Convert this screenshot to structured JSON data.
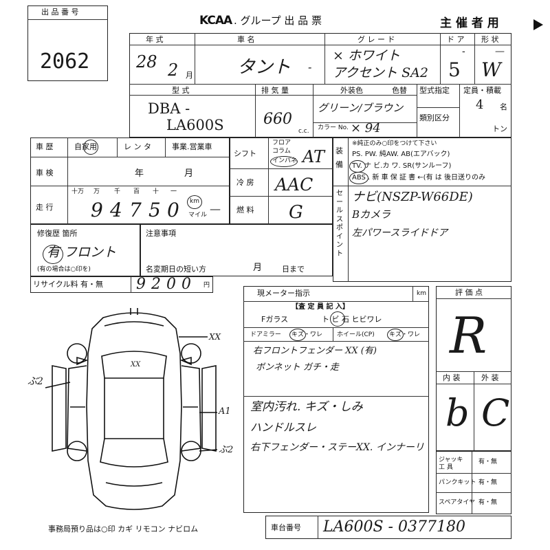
{
  "lot": {
    "label": "出 品 番 号",
    "number": "2062"
  },
  "header": {
    "brand": "KCAA",
    "title": ". グループ 出 品 票",
    "organizer": "主 催 者 用"
  },
  "row1": {
    "year_label": "年 式",
    "car_label": "車 名",
    "grade_label": "グ レ ー ド",
    "door_label": "ド ア",
    "shape_label": "形 状",
    "year_value": "28",
    "year_month": "2",
    "month_suffix": "月",
    "car_value": "タント",
    "car_dash": "-",
    "grade_line1": "× ホワイト",
    "grade_line2": "アクセント SA2",
    "door_value": "5",
    "door_dash": "-",
    "shape_value": "W",
    "shape_dash": "—"
  },
  "row2": {
    "model_label": "型 式",
    "displacement_label": "排 気 量",
    "exterior_label": "外装色",
    "color_no_label": "色替",
    "model_line1": "DBA -",
    "model_line2": "LA600S",
    "displacement_value": "660",
    "cc": "c.c.",
    "exterior_value": "グリーン/ブラウン",
    "color_code_label": "カラー No.",
    "color_code_value": "× 94",
    "model_spec_label": "型式指定",
    "category_label": "類別区分",
    "capacity_label": "定員・積載",
    "capacity_value": "4",
    "capacity_unit": "名",
    "ton_unit": "トン"
  },
  "left_block": {
    "history_label": "車 歴",
    "history_opts": "自家用",
    "rental": "レ ン タ",
    "business": "事業.営業車",
    "inspection_label": "車 検",
    "year_unit": "年",
    "month_unit": "月",
    "mileage_label": "走 行",
    "mileage_units": [
      "十万",
      "万",
      "千",
      "百",
      "十",
      "一"
    ],
    "mileage_digits": [
      "9",
      "4",
      "7",
      "5",
      "0"
    ],
    "km_label": "km",
    "mile_label": "マイル",
    "mile_value": "—"
  },
  "mid_block": {
    "shift_label": "シフト",
    "floor": "フロア",
    "column": "コラム",
    "inpane": "インパネ",
    "shift_value": "AT",
    "ac_label": "冷 房",
    "ac_value": "AAC",
    "fuel_label": "燃 料",
    "fuel_value": "G"
  },
  "equipment": {
    "label": "装 備",
    "note": "※純正のみ○印をつけて下さい",
    "line1": "PS. PW. 純AW. AB(エアバック)",
    "line2": "TV. ナ ビ.カ ワ. SR(サンルーフ)",
    "line3": "ABS . 新 車 保 証 書 ←(有 は 後日送りのみ",
    "sales_point_label": "セールスポイント",
    "point1": "ナビ(NSZP-W66DE)",
    "point2": "Bカメラ",
    "point3": "左パワースライドドア"
  },
  "repair": {
    "label": "修復歴 箇所",
    "value": "有 フロント",
    "note": "(有の場合は○印を)"
  },
  "notes": {
    "label": "注意事項",
    "deadline": "名変期日の短い方",
    "month": "月",
    "day": "日まで"
  },
  "recycle": {
    "label": "リサイクル料 有・無",
    "value": "9200",
    "unit": "円"
  },
  "meter": {
    "label": "現メーター指示",
    "km": "km",
    "inspector_label": "【査 定 員 記 入】",
    "glass_label": "Fガラス",
    "glass_opts": "ト ビ 石  ヒビワレ",
    "mirror_label": "ドアミラー",
    "mirror_opts": "キズ・ワレ",
    "wheel_label": "ホイール(CP)",
    "wheel_opts": "キズ・ワレ",
    "remark1": "右フロントフェンダー XX (有)",
    "remark2": "ボンネット ガチ・走",
    "remark3": "室内汚れ. キズ・しみ",
    "remark4": "ハンドルスレ",
    "remark5": "右下フェンダー・ステーXX. インナーリ"
  },
  "rating": {
    "label": "評 価 点",
    "score": "R",
    "interior_label": "内 装",
    "exterior_label": "外 装",
    "interior_value": "b",
    "exterior_value": "C"
  },
  "accessories": [
    {
      "label": "ジャッキ 工 具",
      "opts": "有・無"
    },
    {
      "label": "パンクキット",
      "opts": "有・無"
    },
    {
      "label": "スペアタイヤ",
      "opts": "有・無"
    }
  ],
  "diagram": {
    "mark_front": "XX",
    "mark_left": "ぶ2",
    "mark_right_mid": "A1",
    "mark_right_low": "ぶ2",
    "mark_hood": "XX"
  },
  "footer": {
    "office": "事務局預り品は○印 カギ リモコン ナビロム",
    "chassis_label": "車台番号",
    "chassis_value": "LA600S - 0377180"
  }
}
